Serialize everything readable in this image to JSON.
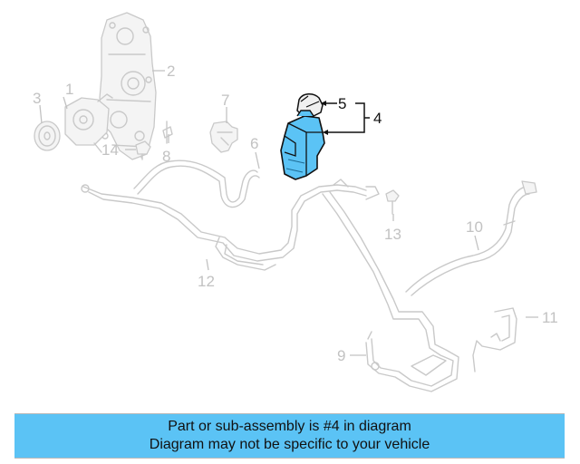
{
  "banner": {
    "line1": "Part or sub-assembly is #4 in diagram",
    "line2": "Diagram may not be specific to your vehicle"
  },
  "diagram": {
    "highlighted_part": "4",
    "highlight_color": "#5bc3f5",
    "ghost_color": "#c9c9c9",
    "callouts": {
      "c1": "1",
      "c2": "2",
      "c3": "3",
      "c4": "4",
      "c5": "5",
      "c6": "6",
      "c7": "7",
      "c8": "8",
      "c9": "9",
      "c10": "10",
      "c11": "11",
      "c12": "12",
      "c13": "13",
      "c14": "14"
    }
  }
}
